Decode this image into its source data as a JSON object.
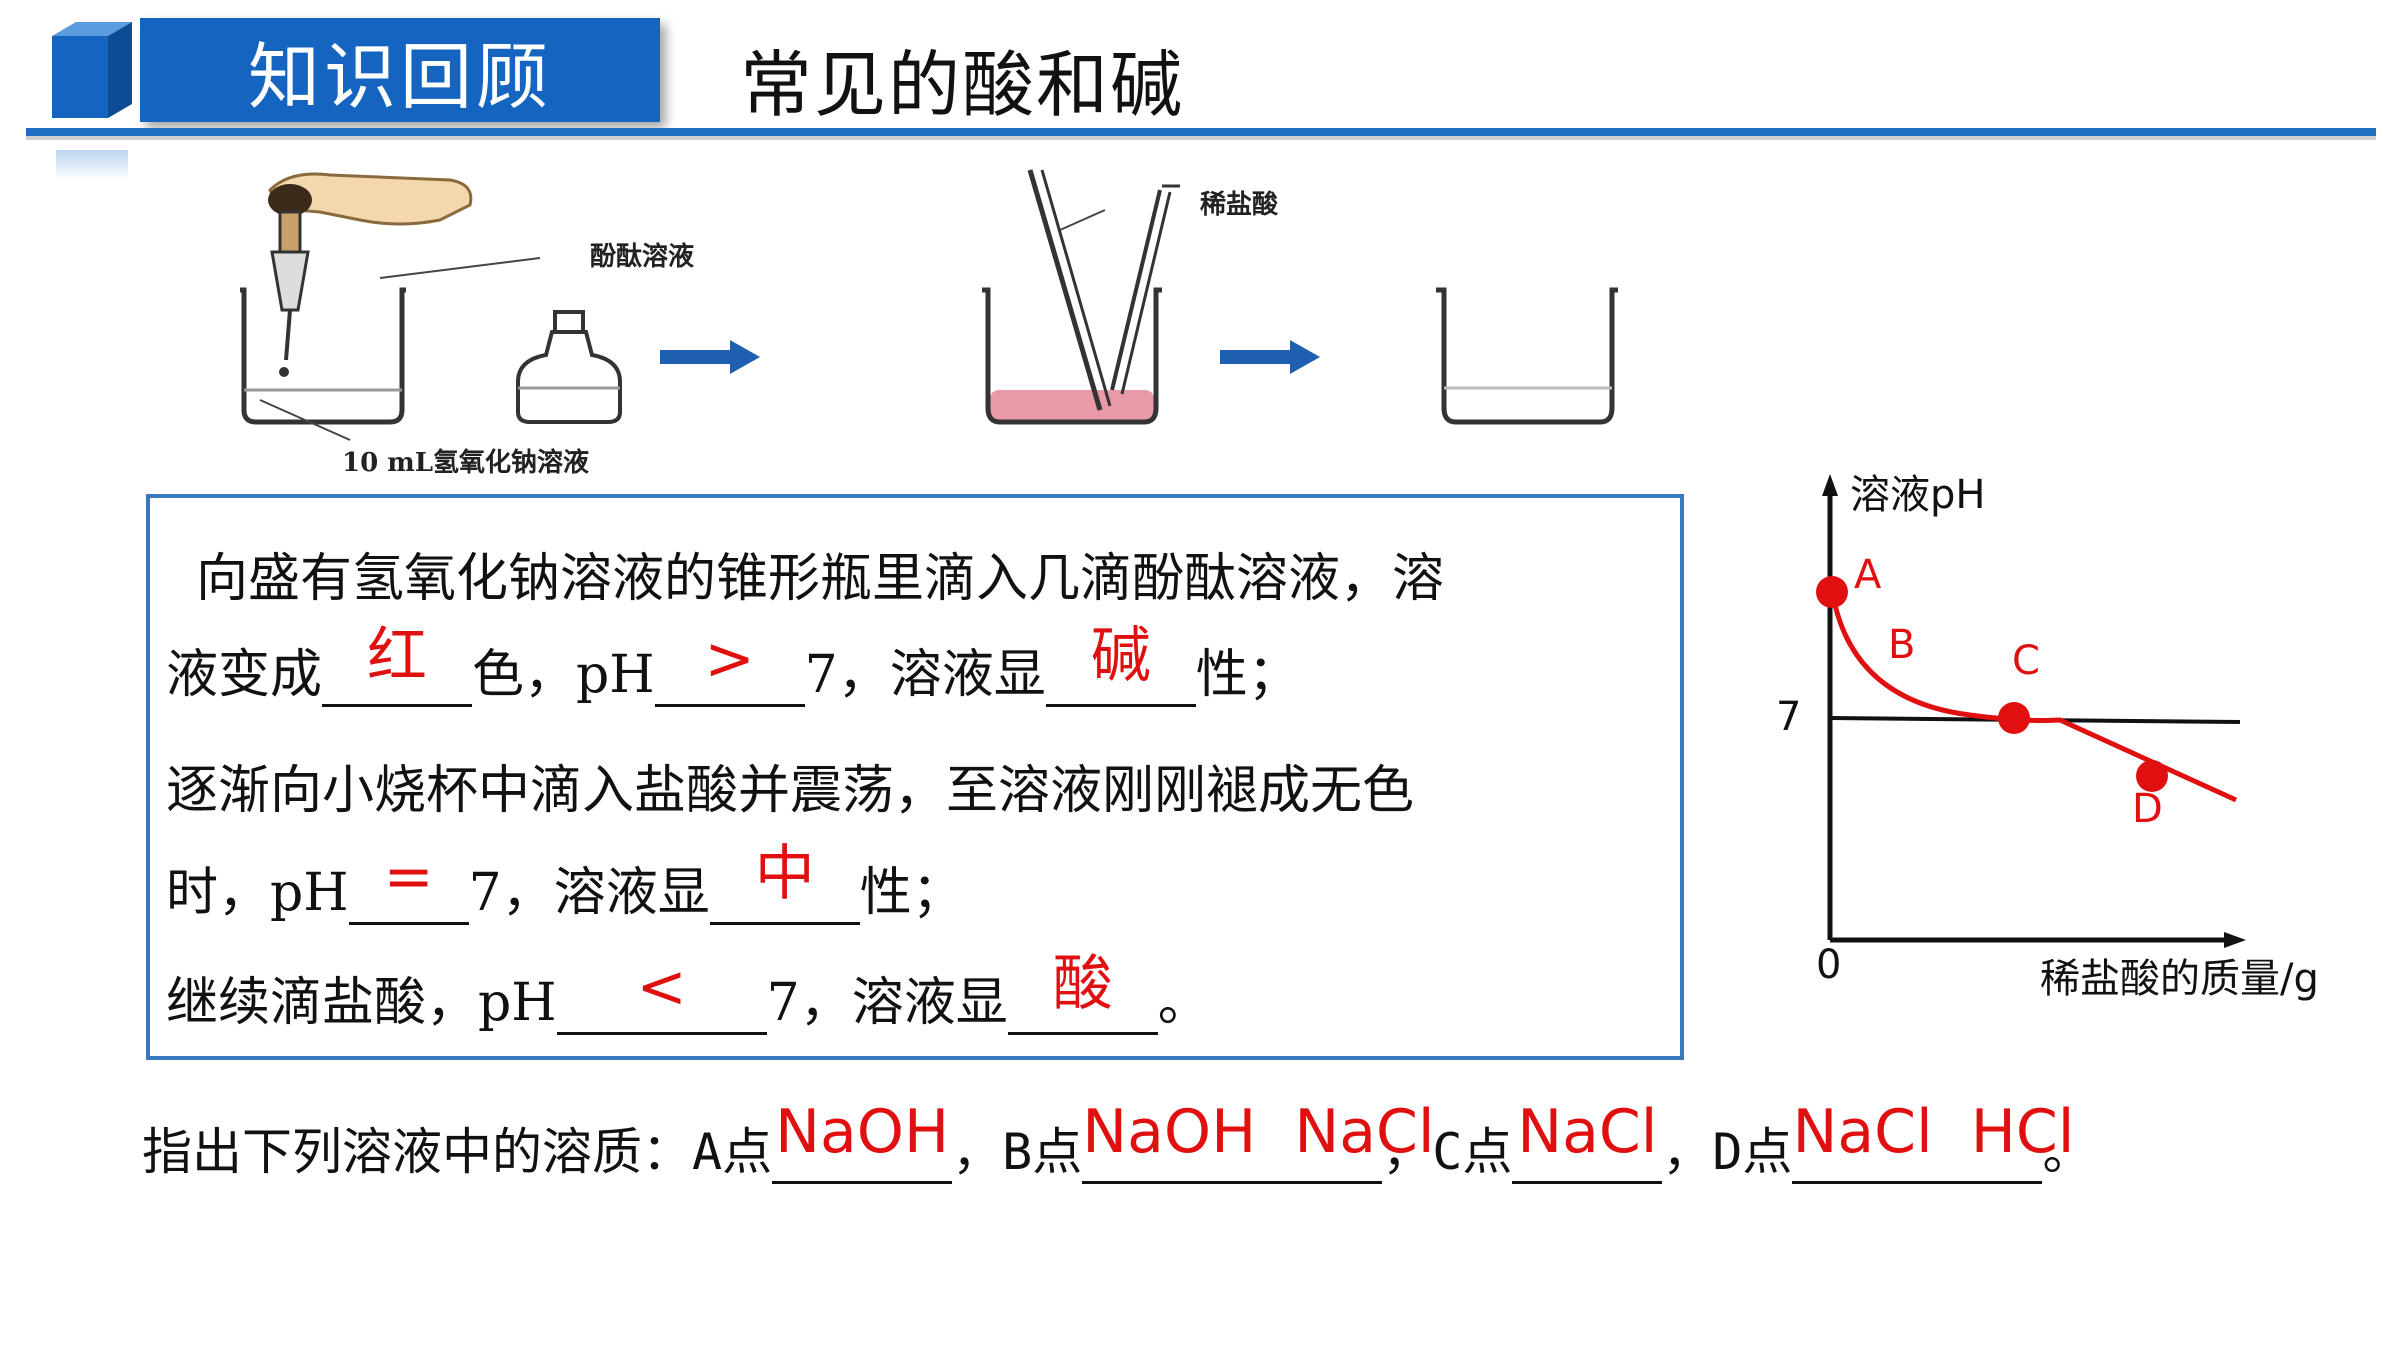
{
  "header": {
    "tag": "知识回顾",
    "title": "常见的酸和碱"
  },
  "illustration": {
    "label_phenolphthalein": "酚酞溶液",
    "label_acid": "稀盐酸",
    "label_naoh": "10 mL氢氧化钠溶液"
  },
  "question": {
    "line1": "向盛有氢氧化钠溶液的锥形瓶里滴入几滴酚酞溶液，溶",
    "line2_a": "液变成",
    "line2_ans1": "红",
    "line2_b": "色，pH",
    "line2_ans2": ">",
    "line2_c": "7，溶液显",
    "line2_ans3": "碱",
    "line2_d": "性；",
    "line3": "逐渐向小烧杯中滴入盐酸并震荡，至溶液刚刚褪成无色",
    "line4_a": "时，pH",
    "line4_ans1": "=",
    "line4_b": "7，溶液显",
    "line4_ans2": "中",
    "line4_c": "性；",
    "line5_a": "继续滴盐酸，pH",
    "line5_ans1": "<",
    "line5_b": "7，溶液显",
    "line5_ans2": "酸",
    "line5_c": "。"
  },
  "solute": {
    "prefix": "指出下列溶液中的溶质：",
    "a_label": "A点",
    "a_ans": "NaOH",
    "sep1": "，",
    "b_label": "B点",
    "b_ans": "NaOH  NaCl",
    "sep2": "，",
    "c_label": "C点",
    "c_ans": "NaCl",
    "sep3": "，",
    "d_label": "D点",
    "d_ans": "NaCl  HCl",
    "end": "。"
  },
  "chart_data": {
    "type": "line",
    "ylabel": "溶液pH",
    "xlabel": "稀盐酸的质量/g",
    "origin_label": "0",
    "ref_tick": "7",
    "points": [
      {
        "label": "A",
        "marked": true
      },
      {
        "label": "B",
        "marked": false
      },
      {
        "label": "C",
        "marked": true
      },
      {
        "label": "D",
        "marked": true
      }
    ],
    "curve_color": "#e01010",
    "reference_line": "pH = 7 horizontal line"
  },
  "colors": {
    "accent": "#1565c0",
    "answer": "#e01010",
    "box_border": "#3a78c0"
  }
}
